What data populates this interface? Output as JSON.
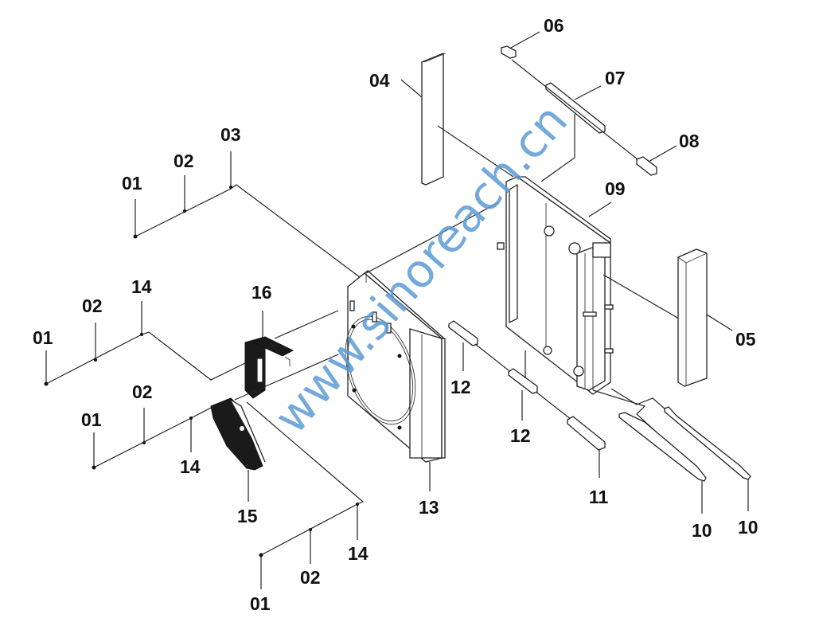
{
  "diagram": {
    "title": "Radiator assembly exploded view",
    "watermark": "www.sinoreach.cn",
    "watermark_color": "#5b9bd5",
    "labels": {
      "l01a": "01",
      "l02a": "02",
      "l03": "03",
      "l01b": "01",
      "l02b": "02",
      "l14b": "14",
      "l16": "16",
      "l01c": "01",
      "l02c": "02",
      "l14c": "14",
      "l15": "15",
      "l01d": "01",
      "l02d": "02",
      "l14d": "14",
      "l13": "13",
      "l04": "04",
      "l06": "06",
      "l07": "07",
      "l08": "08",
      "l09": "09",
      "l05": "05",
      "l12a": "12",
      "l12b": "12",
      "l11": "11",
      "l10a": "10",
      "l10b": "10"
    },
    "parts": [
      {
        "no": "01"
      },
      {
        "no": "02"
      },
      {
        "no": "03"
      },
      {
        "no": "04"
      },
      {
        "no": "05"
      },
      {
        "no": "06"
      },
      {
        "no": "07"
      },
      {
        "no": "08"
      },
      {
        "no": "09"
      },
      {
        "no": "10"
      },
      {
        "no": "11"
      },
      {
        "no": "12"
      },
      {
        "no": "13"
      },
      {
        "no": "14"
      },
      {
        "no": "15"
      },
      {
        "no": "16"
      }
    ]
  }
}
